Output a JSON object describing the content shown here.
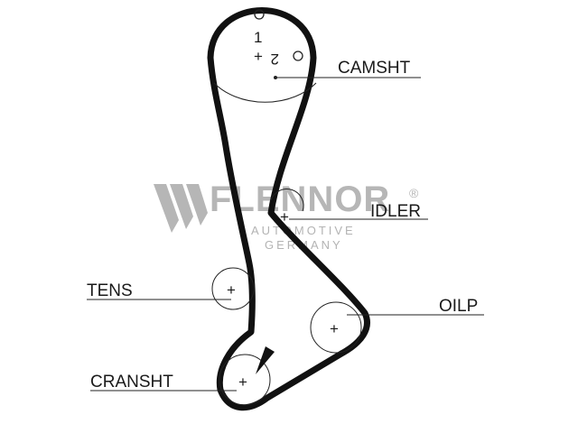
{
  "watermark": {
    "brand": "FLENNOR",
    "registered": "®",
    "line1": "AUTOMOTIVE",
    "line2": "GERMANY",
    "color": "#9a9a9a"
  },
  "camshaft": {
    "label": "CAMSHT",
    "mark_1": "1",
    "mark_2": "2",
    "center_mark": "+"
  },
  "idler": {
    "label": "IDLER",
    "center_mark": "+"
  },
  "tensioner": {
    "label": "TENS",
    "center_mark": "+"
  },
  "oil_pump": {
    "label": "OILP",
    "center_mark": "+"
  },
  "crankshaft": {
    "label": "CRANSHT",
    "center_mark": "+"
  },
  "colors": {
    "belt": "#111111",
    "pulley": "#222222"
  }
}
